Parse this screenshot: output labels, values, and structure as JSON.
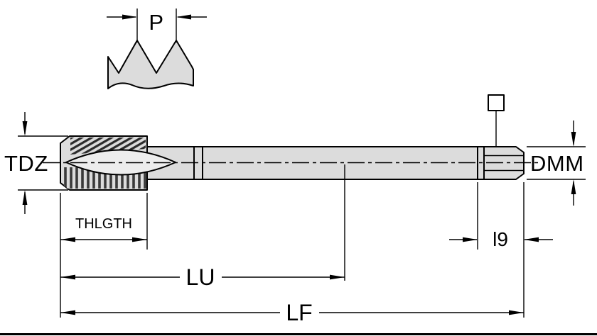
{
  "diagram": {
    "labels": {
      "pitch": "P",
      "thread_diameter": "TDZ",
      "shank_diameter": "DMM",
      "thread_length": "THLGTH",
      "square_length": "l9",
      "usable_length": "LU",
      "overall_length": "LF"
    },
    "colors": {
      "line": "#000000",
      "body_fill": "#dcdcdc",
      "flute_fill": "#ededed",
      "background": "#ffffff"
    }
  }
}
